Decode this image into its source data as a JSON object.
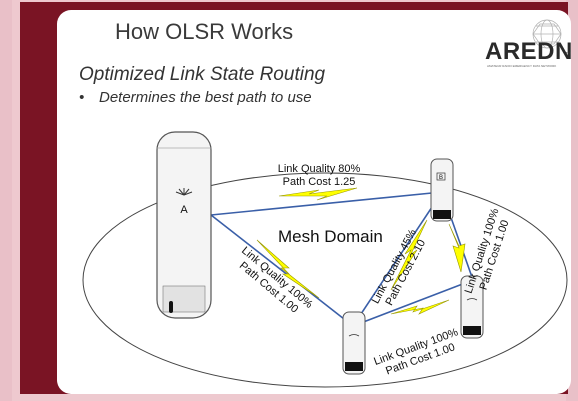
{
  "slide": {
    "title": "How OLSR Works",
    "subtitle": "Optimized Link State Routing",
    "bullet": "Determines the best path to use",
    "bullet_marker": "•",
    "logo_text": "AREDN",
    "logo_tm": "™",
    "logo_sub": "AMATEUR RADIO EMERGENCY DATA NETWORK"
  },
  "diagram": {
    "domain_label": "Mesh Domain",
    "node_a_label": "A",
    "node_b_label": "B",
    "links": [
      {
        "quality": "Link Quality 80%",
        "cost": "Path Cost 1.25"
      },
      {
        "quality": "Link Quality 100%",
        "cost": "Path Cost 1.00"
      },
      {
        "quality": "Link Quality 45%",
        "cost": "Path Cost 2.10"
      },
      {
        "quality": "Link Quality 100%",
        "cost": "Path Cost 1.00"
      },
      {
        "quality": "Link Quality 100%",
        "cost": "Path Cost 1.00"
      }
    ]
  },
  "colors": {
    "frame": "#7a1424",
    "background": "#eec9cf",
    "lightning": "#ffff00",
    "link_line": "#3a5fa8"
  }
}
